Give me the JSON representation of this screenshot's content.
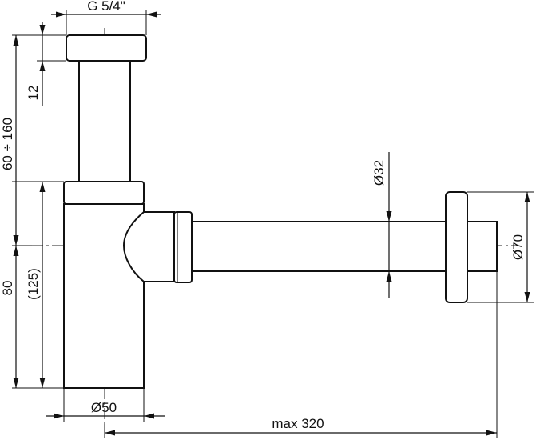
{
  "dimensions": {
    "thread": "G 5/4\"",
    "cap_height": "12",
    "height_range": "60 ÷ 160",
    "height_80": "80",
    "height_125": "(125)",
    "body_diameter": "Ø50",
    "pipe_diameter": "Ø32",
    "flange_diameter": "Ø70",
    "max_length": "max 320"
  }
}
